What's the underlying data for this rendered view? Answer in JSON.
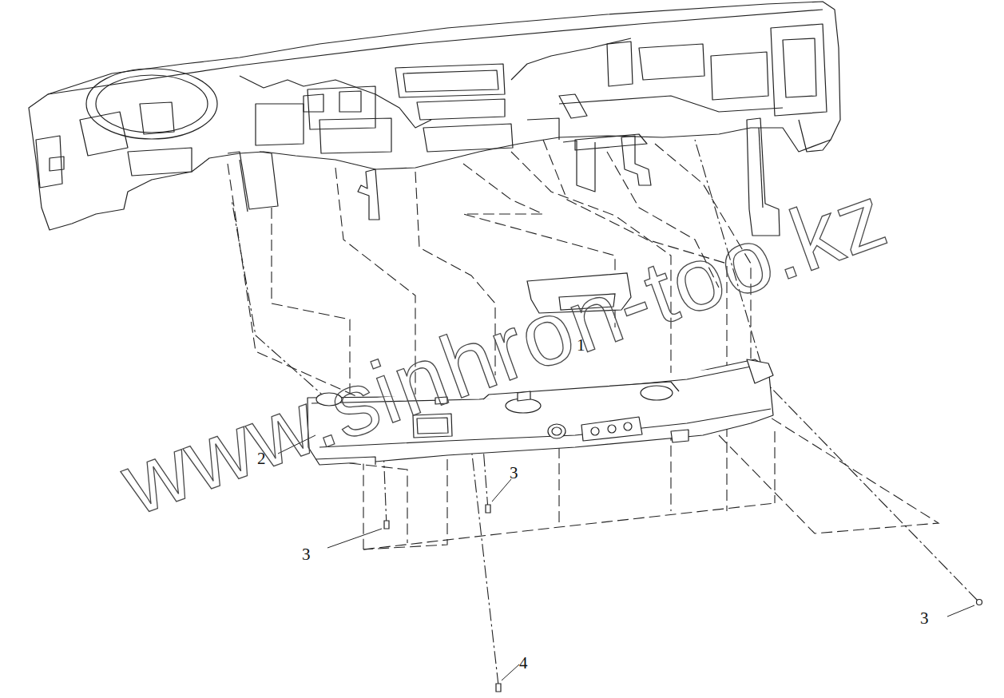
{
  "diagram": {
    "labels": [
      "1",
      "2",
      "3",
      "3",
      "3",
      "4",
      "www.sinhron-too.kz"
    ]
  }
}
